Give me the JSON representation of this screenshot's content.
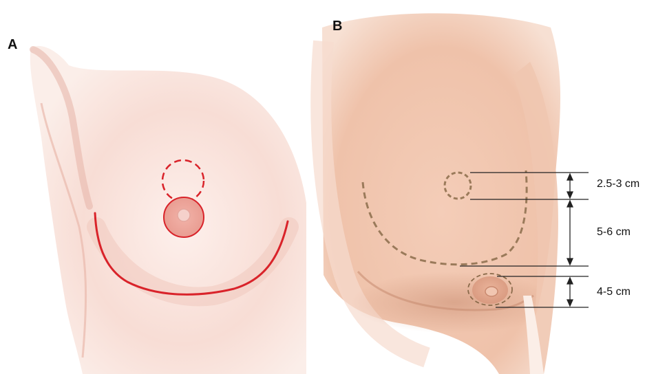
{
  "panels": [
    {
      "letter": "A"
    },
    {
      "letter": "B"
    }
  ],
  "measurements": [
    {
      "label": "2.5-3 cm"
    },
    {
      "label": "5-6 cm"
    },
    {
      "label": "4-5 cm"
    }
  ],
  "colors": {
    "skin_light": "#fbe6e0",
    "skin_mid": "#f3cdbf",
    "skin_shadow": "#dfa591",
    "incision_red": "#d9232a",
    "planned_dash_brown": "#9a7a5a",
    "measure_line": "#222222"
  }
}
